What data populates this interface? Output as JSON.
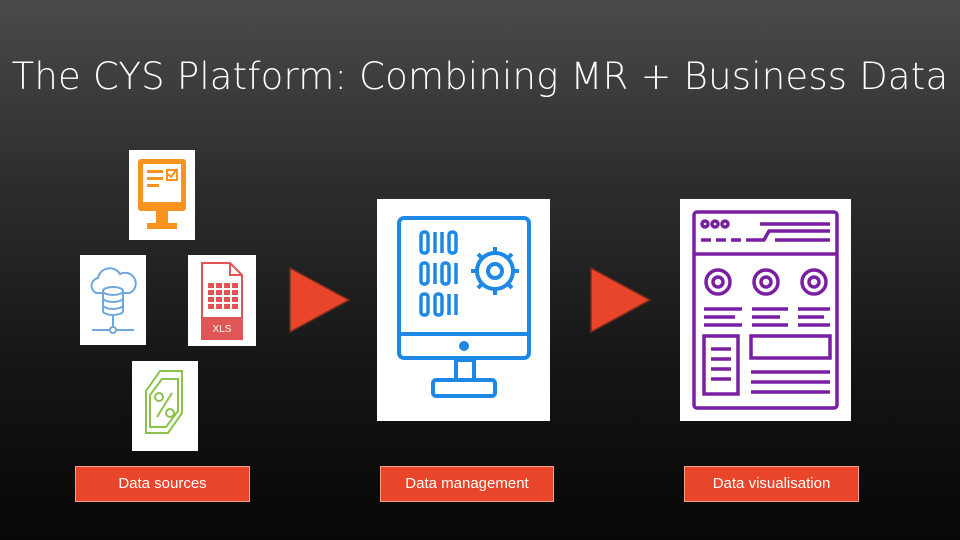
{
  "title": "The CYS Platform: Combining MR + Business Data",
  "file_icon_caption": "XLS",
  "labels": {
    "data_sources": "Data sources",
    "data_management": "Data management",
    "data_visualisation": "Data visualisation"
  },
  "colors": {
    "label_bg": "#e8452a",
    "arrow": "#e8452a",
    "survey_icon": "#f7931e",
    "cloud_icon": "#6fa8dc",
    "file_icon": "#e05555",
    "tag_icon": "#8bc34a",
    "management_icon": "#1e88e5",
    "visualisation_icon": "#7b1fa2"
  }
}
